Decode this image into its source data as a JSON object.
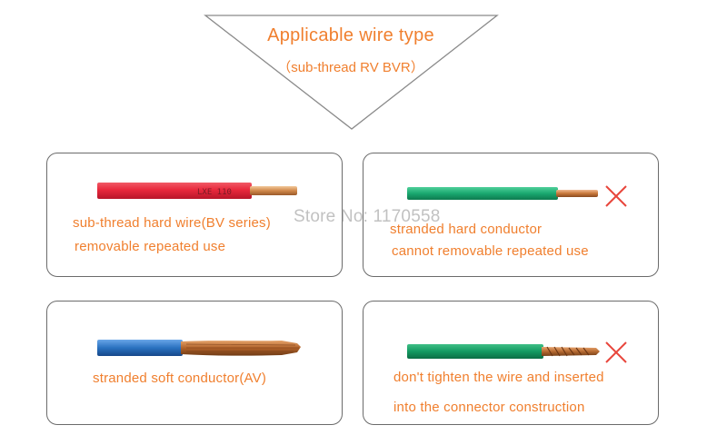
{
  "header": {
    "title": "Applicable wire type",
    "subtitle": "（sub-thread RV BVR）"
  },
  "watermark": "Store No: 1170558",
  "cards": [
    {
      "wire": "red-solid-wire",
      "label_on_wire": "LXE 110",
      "lines": [
        "sub-thread hard wire(BV series)",
        "removable repeated use"
      ],
      "mark": "none"
    },
    {
      "wire": "green-stranded-hard-wire",
      "lines": [
        "stranded hard conductor",
        "cannot removable repeated use"
      ],
      "mark": "cross-icon"
    },
    {
      "wire": "blue-stranded-soft-wire",
      "lines": [
        "stranded soft conductor(AV)"
      ],
      "mark": "none"
    },
    {
      "wire": "green-twisted-wire",
      "lines": [
        "don't tighten the wire and inserted",
        "into the connector construction"
      ],
      "mark": "cross-icon"
    }
  ],
  "colors": {
    "accent_text": "#f07f2e",
    "card_border": "#6b6b6b",
    "cross": "#e8463c",
    "red_insulation": "#e8283c",
    "green_insulation": "#1aa870",
    "blue_insulation": "#2a72c0",
    "copper": "#c8783a"
  }
}
